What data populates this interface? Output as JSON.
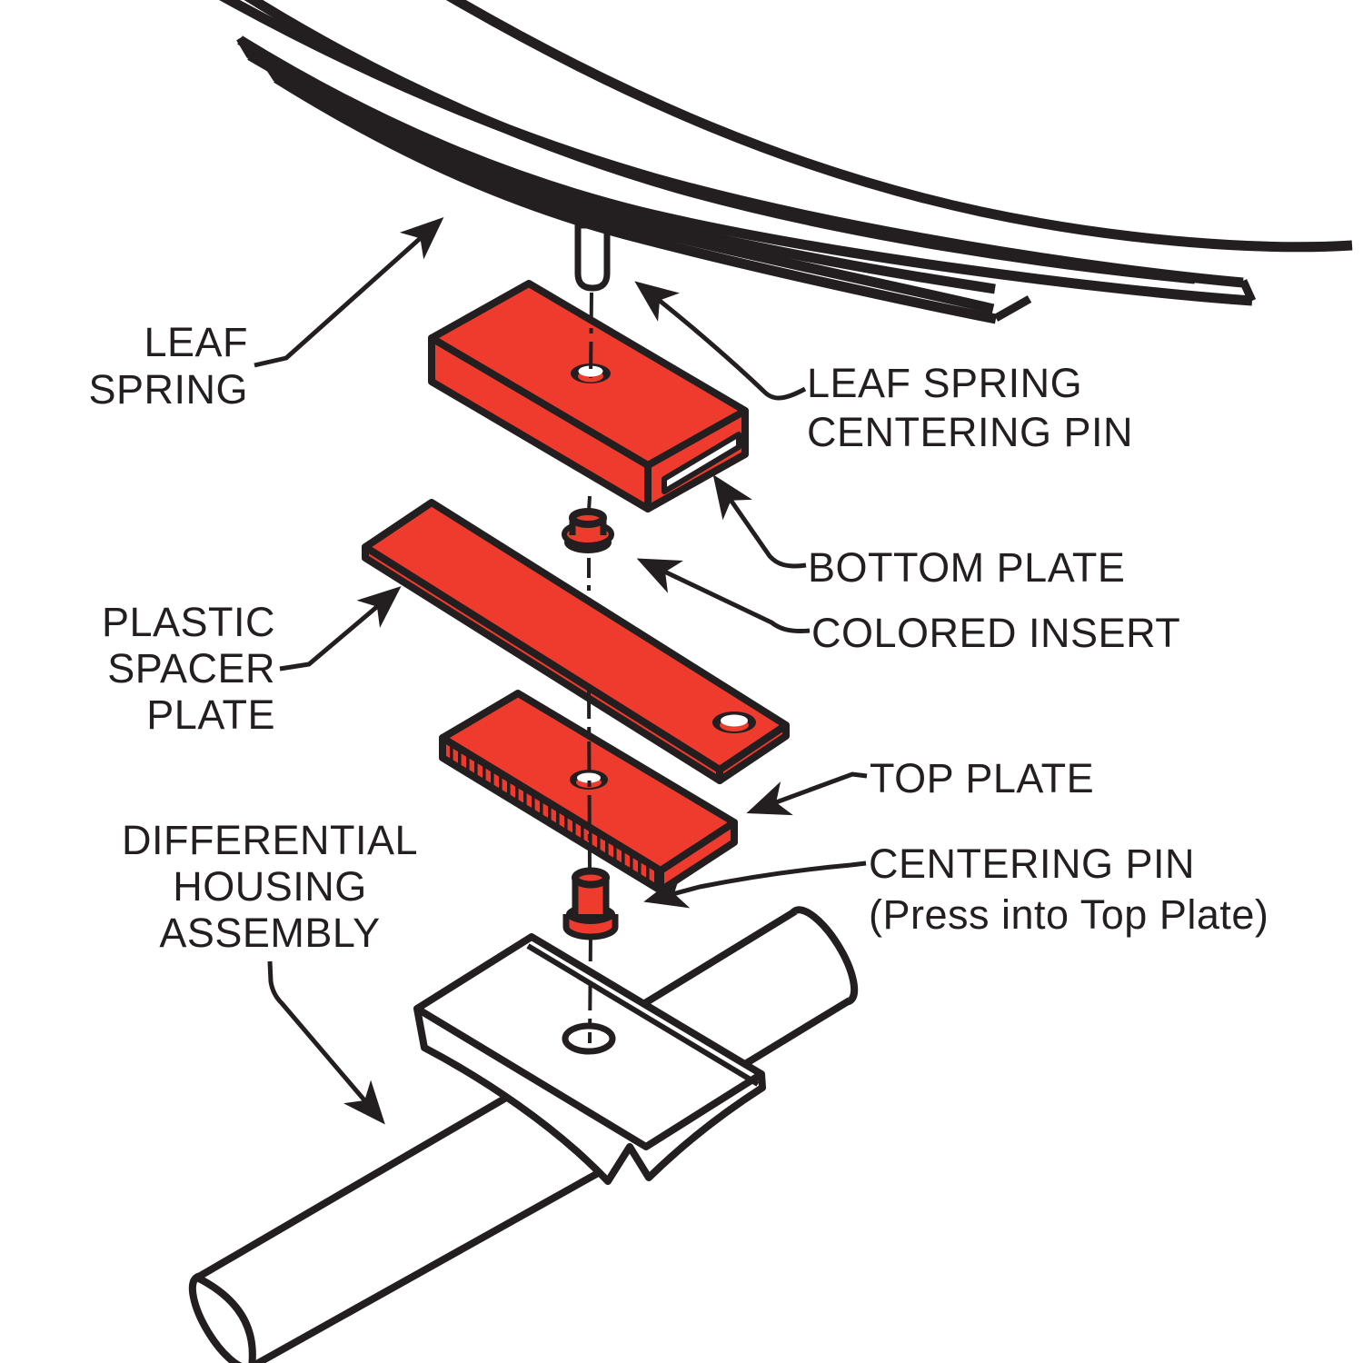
{
  "diagram": {
    "type": "exploded-view technical illustration",
    "subject": "Leaf spring to differential housing mounting components",
    "colors": {
      "part_red": "#ee3b2e",
      "outline": "#231f20",
      "background": "#ffffff"
    },
    "labels": {
      "leaf_spring": {
        "line1": "LEAF",
        "line2": "SPRING"
      },
      "leaf_spring_centering_pin": {
        "line1": "LEAF SPRING",
        "line2": "CENTERING PIN"
      },
      "bottom_plate": {
        "line1": "BOTTOM PLATE"
      },
      "colored_insert": {
        "line1": "COLORED INSERT"
      },
      "plastic_spacer_plate": {
        "line1": "PLASTIC",
        "line2": "SPACER",
        "line3": "PLATE"
      },
      "top_plate": {
        "line1": "TOP PLATE"
      },
      "centering_pin": {
        "line1": "CENTERING PIN",
        "line2": "(Press into Top Plate)"
      },
      "differential_housing_assembly": {
        "line1": "DIFFERENTIAL",
        "line2": "HOUSING",
        "line3": "ASSEMBLY"
      }
    },
    "parts": [
      "leaf spring",
      "leaf spring centering pin",
      "bottom plate",
      "colored insert",
      "plastic spacer plate",
      "top plate",
      "centering pin (press into top plate)",
      "differential housing assembly"
    ]
  }
}
